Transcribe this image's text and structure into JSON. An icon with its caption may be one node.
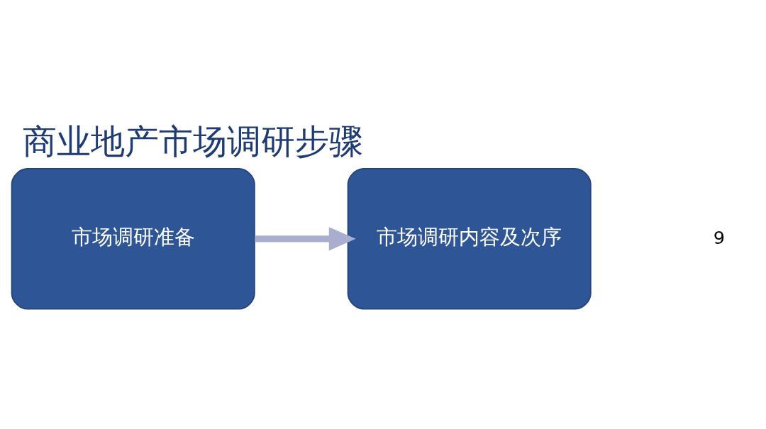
{
  "diagram": {
    "title": "商业地产市场调研步骤",
    "nodes": [
      {
        "text": [
          "市场调研准备"
        ]
      },
      {
        "text": [
          "市场调研内容及次序"
        ]
      }
    ],
    "edges": [
      {
        "from": 0,
        "to": 1,
        "arrow": "to"
      }
    ],
    "labels": [
      "9"
    ]
  }
}
